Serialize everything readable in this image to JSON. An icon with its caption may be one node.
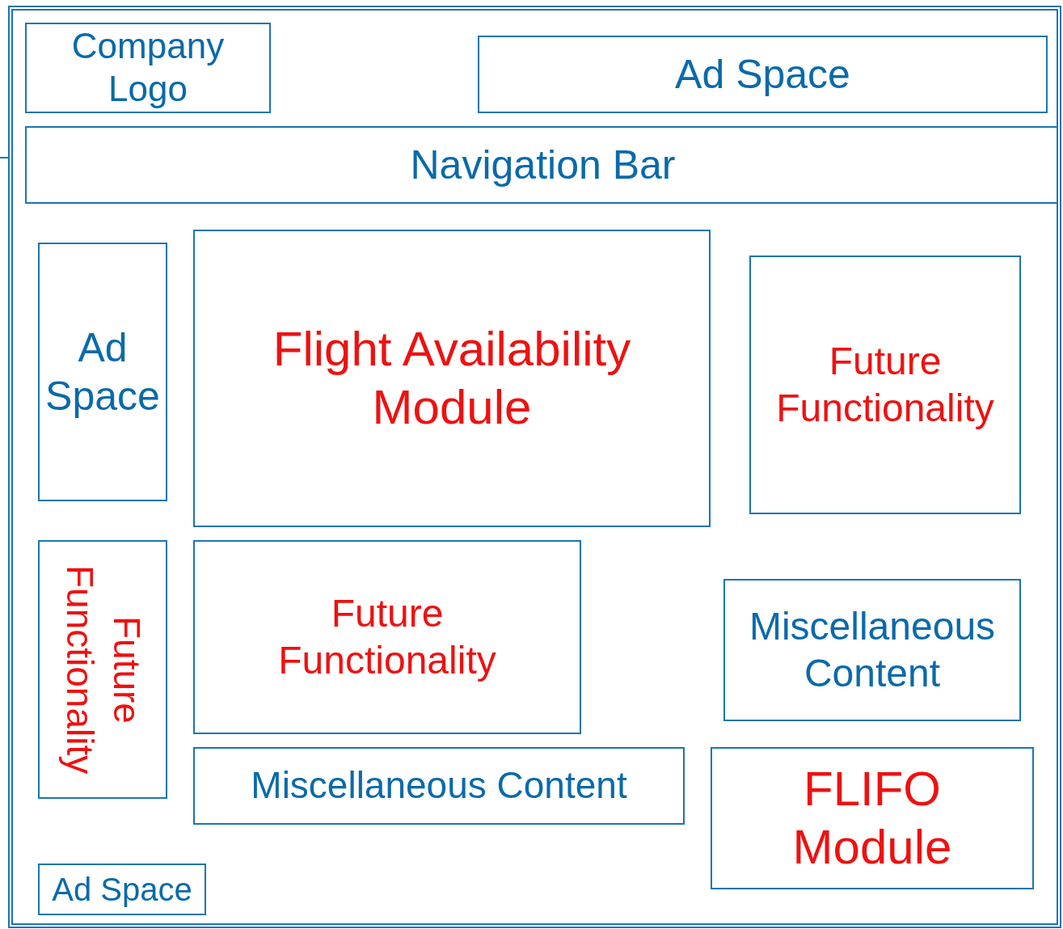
{
  "diagram": {
    "nodes": [
      {
        "text": [],
        "shape": "box"
      },
      {
        "text": [
          "Company Logo"
        ],
        "in": 0
      },
      {
        "text": [
          "Ad Space"
        ],
        "in": 0
      },
      {
        "text": [
          "Navigation Bar"
        ],
        "in": 0
      },
      {
        "text": [
          "Ad Space"
        ],
        "in": 0
      },
      {
        "text": [
          "Flight Availability Module"
        ],
        "in": 0
      },
      {
        "text": [
          "Future Functionality"
        ],
        "in": 0
      },
      {
        "text": [
          "Future Functionality"
        ],
        "in": 0
      },
      {
        "text": [
          "Future Functionality"
        ],
        "in": 0
      },
      {
        "text": [
          "Miscellaneous Content"
        ],
        "in": 0
      },
      {
        "text": [
          "Miscellaneous Content"
        ],
        "in": 0
      },
      {
        "text": [
          "FLIFO Module"
        ],
        "in": 0
      },
      {
        "text": [
          "Ad Space"
        ],
        "in": 0
      }
    ]
  }
}
